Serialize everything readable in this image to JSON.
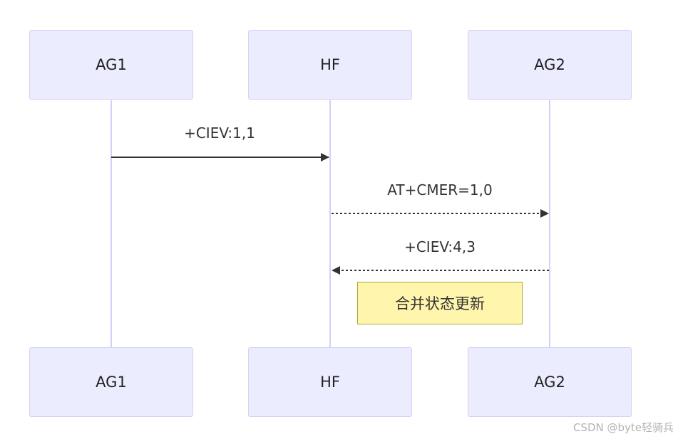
{
  "diagram": {
    "type": "sequence",
    "participants": [
      {
        "id": "ag1",
        "label": "AG1"
      },
      {
        "id": "hf",
        "label": "HF"
      },
      {
        "id": "ag2",
        "label": "AG2"
      }
    ],
    "messages": [
      {
        "from": "ag1",
        "to": "hf",
        "label": "+CIEV:1,1",
        "style": "solid"
      },
      {
        "from": "hf",
        "to": "ag2",
        "label": "AT+CMER=1,0",
        "style": "dashed"
      },
      {
        "from": "ag2",
        "to": "hf",
        "label": "+CIEV:4,3",
        "style": "dashed"
      }
    ],
    "note": {
      "over": "hf-ag2",
      "text": "合并状态更新"
    },
    "colors": {
      "actor_fill": "#ececff",
      "actor_border": "#d4d0f5",
      "lifeline": "#d4d0f5",
      "arrow": "#333333",
      "note_fill": "#fff5ad",
      "note_border": "#aaaa33"
    }
  },
  "watermark": "CSDN @byte轻骑兵"
}
